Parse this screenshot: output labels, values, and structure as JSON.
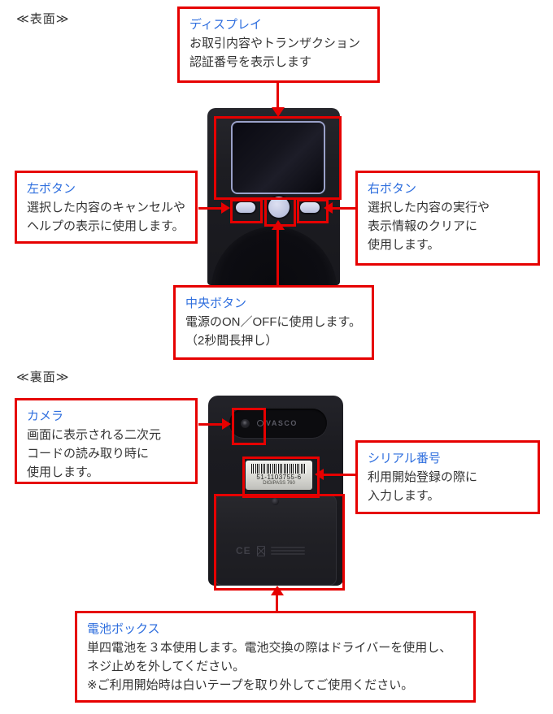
{
  "colors": {
    "callout_red": "#e60000",
    "heading_blue": "#2e6ede",
    "body_text": "#333333"
  },
  "front": {
    "section_label": "≪表面≫",
    "display": {
      "title": "ディスプレイ",
      "lines": [
        "お取引内容やトランザクション",
        "認証番号を表示します"
      ]
    },
    "left_button": {
      "title": "左ボタン",
      "lines": [
        "選択した内容のキャンセルや",
        "ヘルプの表示に使用します。"
      ]
    },
    "right_button": {
      "title": "右ボタン",
      "lines": [
        "選択した内容の実行や",
        "表示情報のクリアに",
        "使用します。"
      ]
    },
    "center_button": {
      "title": "中央ボタン",
      "lines": [
        "電源のON／OFFに使用します。",
        "（2秒間長押し）"
      ]
    }
  },
  "back": {
    "section_label": "≪裏面≫",
    "camera": {
      "title": "カメラ",
      "lines": [
        "画面に表示される二次元",
        "コードの読み取り時に",
        "使用します。"
      ]
    },
    "serial": {
      "title": "シリアル番号",
      "lines": [
        "利用開始登録の際に",
        "入力します。"
      ]
    },
    "battery": {
      "title": "電池ボックス",
      "lines": [
        "単四電池を３本使用します。電池交換の際はドライバーを使用し、",
        "ネジ止めを外してください。",
        "※ご利用開始時は白いテープを取り外してご使用ください。"
      ]
    },
    "device": {
      "brand": "VASCO",
      "serial_number": "51-1103755-6",
      "model": "DIGIPASS 760",
      "ce_mark": "CE"
    }
  }
}
